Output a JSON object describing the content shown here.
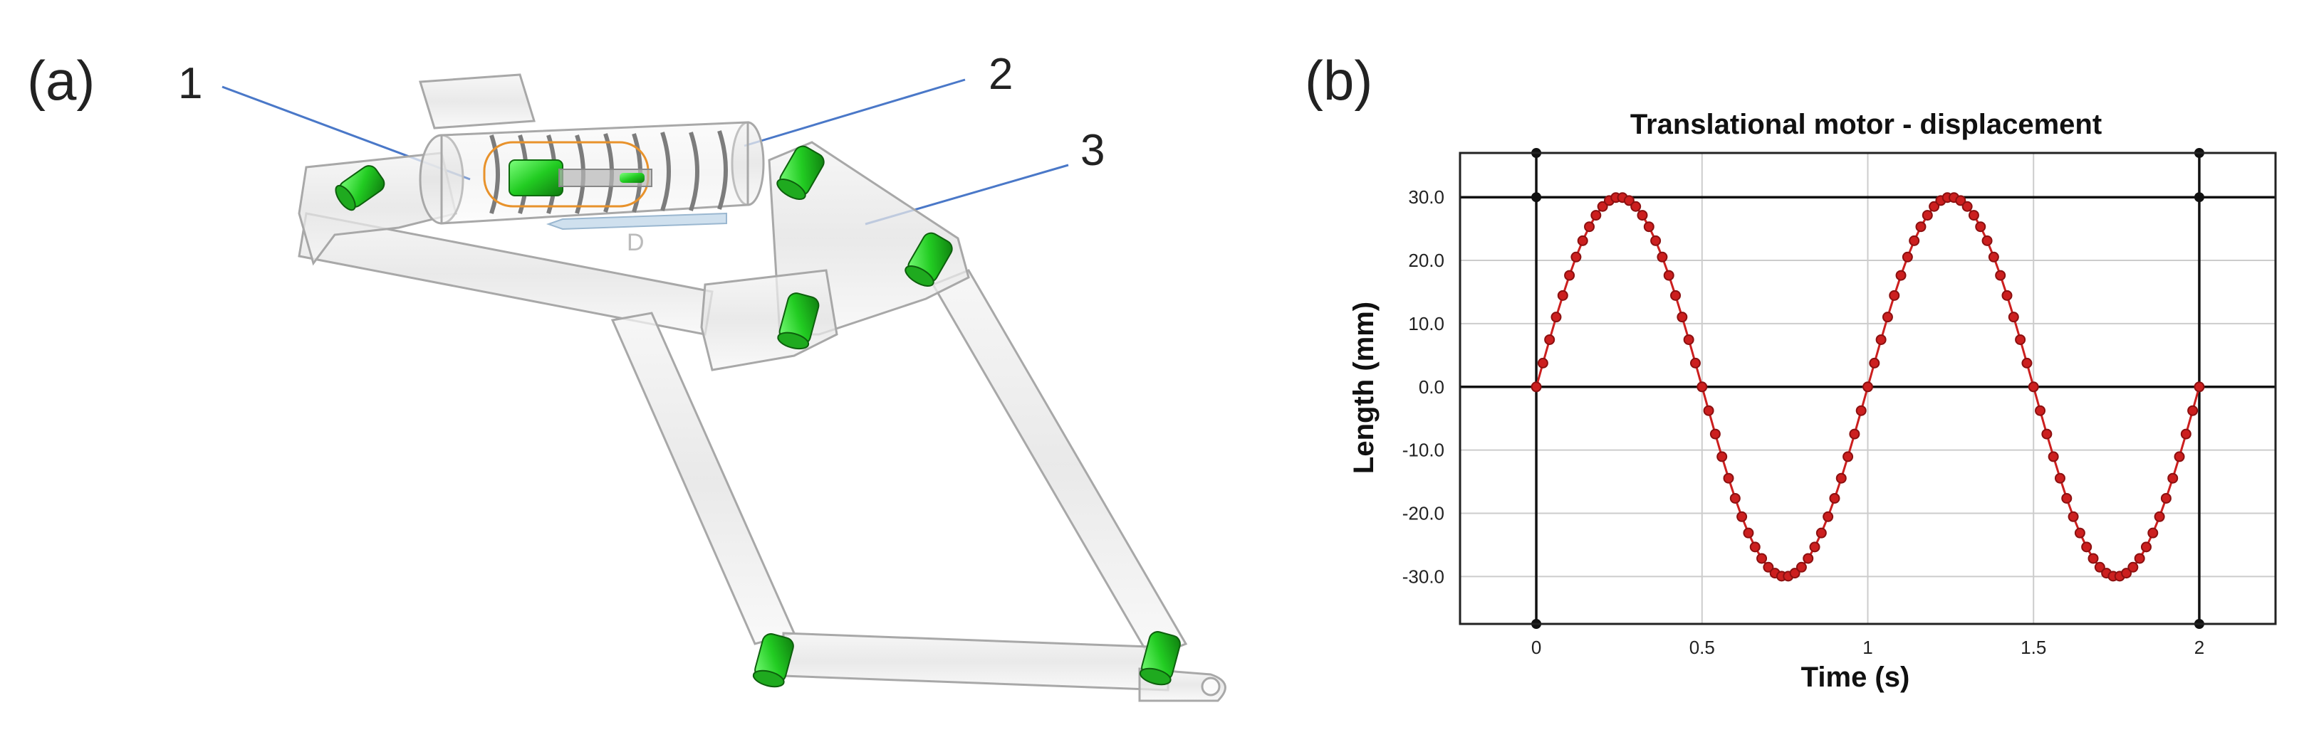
{
  "panels": {
    "a": {
      "label": "(a)"
    },
    "b": {
      "label": "(b)"
    }
  },
  "callouts": [
    {
      "text": "1"
    },
    {
      "text": "2"
    },
    {
      "text": "3"
    }
  ],
  "mechanism": {
    "direction_label": "D",
    "colors": {
      "pin": "#22cc22",
      "pin_dark": "#118811",
      "body_stroke": "#9a9a9a",
      "spring": "#8a8a8a",
      "callout_line": "#4a78c8"
    }
  },
  "chart_data": {
    "type": "line",
    "title": "Translational motor - displacement",
    "xlabel": "Time (s)",
    "ylabel": "Length (mm)",
    "xlim": [
      -0.23,
      2.23
    ],
    "ylim": [
      -37.5,
      37
    ],
    "xticks": [
      0,
      0.5,
      1,
      1.5,
      2
    ],
    "xtick_labels": [
      "0",
      "0.5",
      "1",
      "1.5",
      "2"
    ],
    "yticks": [
      30,
      20,
      10,
      0,
      -10,
      -20,
      -30
    ],
    "ytick_labels": [
      "30.0",
      "20.0",
      "10.0",
      "0.0",
      "-10.0",
      "-20.0",
      "-30.0"
    ],
    "grid": true,
    "reference_lines": {
      "h": [
        30,
        0
      ],
      "v": [
        0,
        2
      ]
    },
    "series": [
      {
        "color": "#cc1f1f",
        "marker_color": "#8b1010",
        "x_start": 0,
        "x_end": 2,
        "n_points": 101,
        "amplitude": 30,
        "frequency_hz": 1
      }
    ]
  }
}
